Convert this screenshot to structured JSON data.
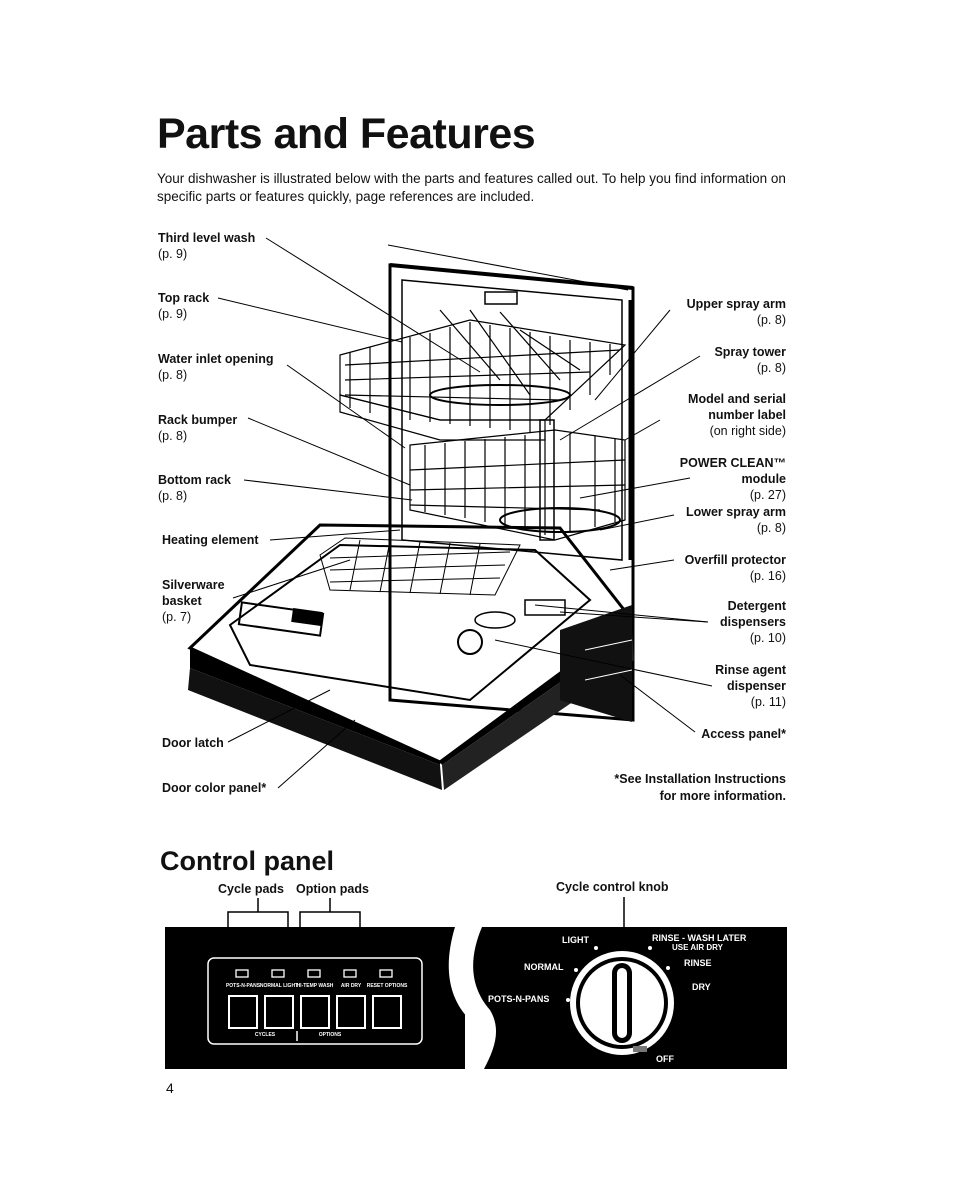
{
  "page": {
    "title": "Parts and Features",
    "intro": "Your dishwasher is illustrated below with the parts and features called out. To help you find information on specific parts or features quickly, page references are included.",
    "page_number": "4"
  },
  "left_callouts": [
    {
      "label": "Third level wash",
      "ref": "(p. 9)"
    },
    {
      "label": "Top rack",
      "ref": "(p. 9)"
    },
    {
      "label": "Water inlet opening",
      "ref": "(p. 8)"
    },
    {
      "label": "Rack bumper",
      "ref": "(p. 8)"
    },
    {
      "label": "Bottom rack",
      "ref": "(p. 8)"
    },
    {
      "label": "Heating element",
      "ref": ""
    },
    {
      "label": "Silverware basket",
      "ref": "(p. 7)"
    },
    {
      "label": "Door latch",
      "ref": ""
    },
    {
      "label": "Door color panel*",
      "ref": ""
    }
  ],
  "right_callouts": [
    {
      "label": "Upper spray arm",
      "ref": "(p. 8)"
    },
    {
      "label": "Spray tower",
      "ref": "(p. 8)"
    },
    {
      "label": "Model and serial number label",
      "ref": "(on right side)"
    },
    {
      "label": "POWER CLEAN™ module",
      "ref": "(p. 27)"
    },
    {
      "label": "Lower spray arm",
      "ref": "(p. 8)"
    },
    {
      "label": "Overfill protector",
      "ref": "(p. 16)"
    },
    {
      "label": "Detergent dispensers",
      "ref": "(p. 10)"
    },
    {
      "label": "Rinse agent dispenser",
      "ref": "(p. 11)"
    },
    {
      "label": "Access panel*",
      "ref": ""
    }
  ],
  "footnote": {
    "line1": "*See Installation Instructions",
    "line2": "for more information."
  },
  "control_panel": {
    "heading": "Control panel",
    "cycle_pads_label": "Cycle pads",
    "option_pads_label": "Option pads",
    "knob_label": "Cycle control knob",
    "pads": [
      "POTS-N-PANS",
      "NORMAL LIGHT",
      "HI-TEMP WASH",
      "AIR DRY",
      "RESET OPTIONS"
    ],
    "pad_groups": [
      "CYCLES",
      "OPTIONS"
    ],
    "knob_positions": [
      "LIGHT",
      "NORMAL",
      "POTS-N-PANS",
      "RINSE - WASH LATER",
      "USE AIR DRY",
      "RINSE",
      "DRY",
      "OFF"
    ]
  }
}
